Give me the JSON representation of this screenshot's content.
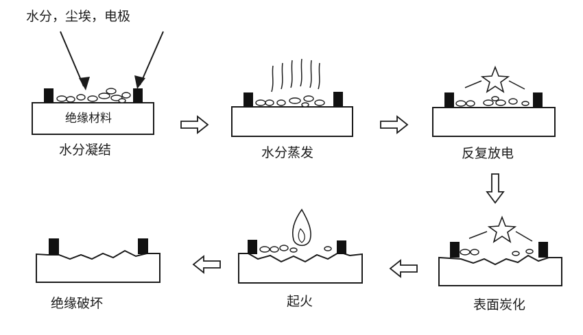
{
  "annotation": "水分，尘埃，电极",
  "substrate_label": "绝缘材料",
  "stages": [
    {
      "id": "moisture-condensation",
      "label": "水分凝结"
    },
    {
      "id": "moisture-evaporation",
      "label": "水分蒸发"
    },
    {
      "id": "repeated-discharge",
      "label": "反复放电"
    },
    {
      "id": "surface-carbonization",
      "label": "表面炭化"
    },
    {
      "id": "ignition",
      "label": "起火"
    },
    {
      "id": "insulation-failure",
      "label": "绝缘破坏"
    }
  ],
  "colors": {
    "line": "#1a1a1a",
    "electrode": "#111111",
    "flame": "#ffffff",
    "background": "#ffffff"
  },
  "icons": [
    "arrow-right-icon",
    "arrow-down-icon",
    "arrow-left-icon",
    "spark-star-icon",
    "flame-icon",
    "steam-lines-icon"
  ]
}
